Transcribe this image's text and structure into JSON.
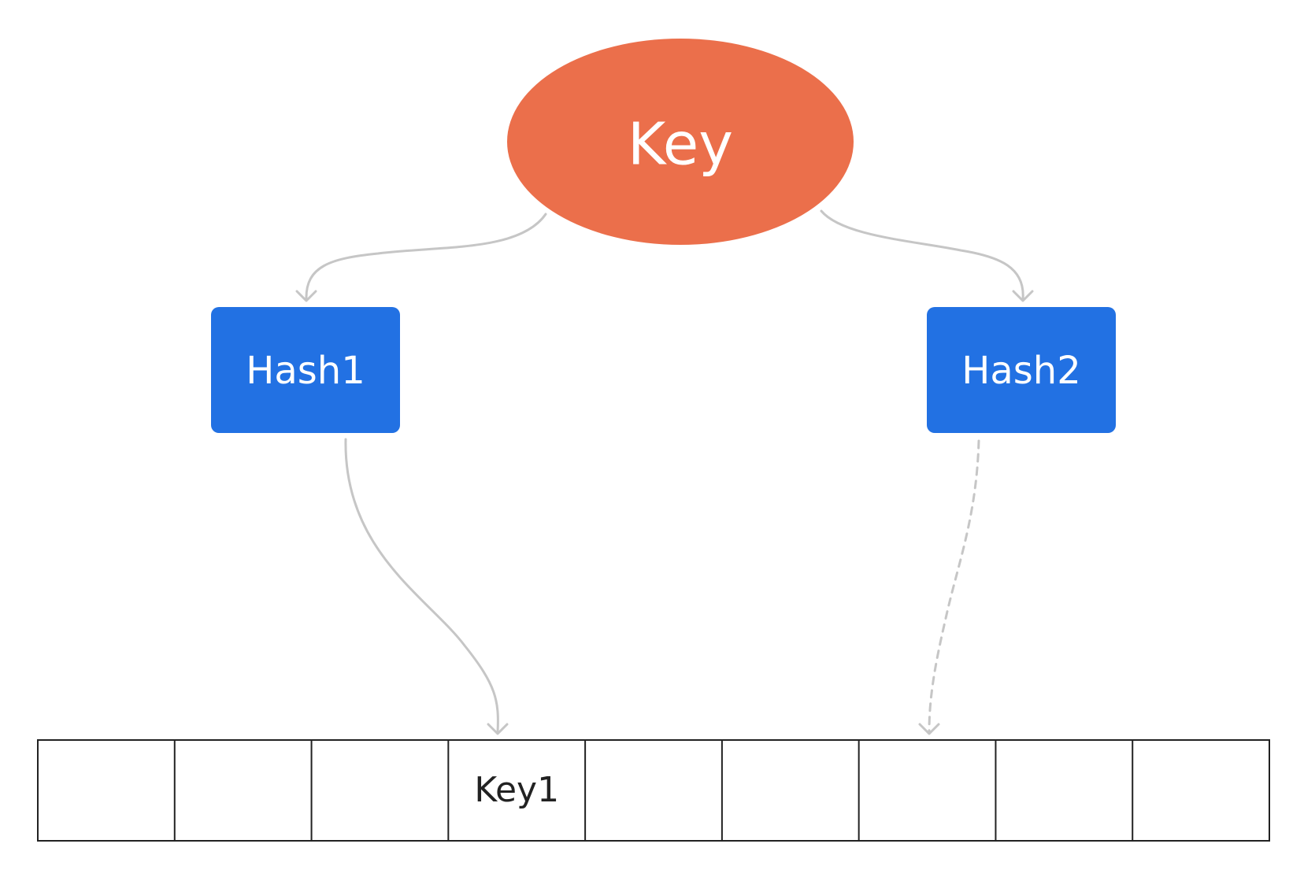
{
  "nodes": {
    "key": {
      "label": "Key",
      "fill": "#EB6F4B",
      "text_color": "#ffffff"
    },
    "hash1": {
      "label": "Hash1",
      "fill": "#2271E3",
      "text_color": "#ffffff"
    },
    "hash2": {
      "label": "Hash2",
      "fill": "#2271E3",
      "text_color": "#ffffff"
    }
  },
  "table": {
    "cells": [
      "",
      "",
      "",
      "Key1",
      "",
      "",
      "",
      "",
      ""
    ],
    "border_color": "#222222",
    "text_color": "#222222"
  },
  "edges": {
    "color": "#C6C6C6",
    "solid": [
      "key-to-hash1",
      "key-to-hash2",
      "hash1-to-key1"
    ],
    "dashed": [
      "hash2-to-slot7"
    ]
  }
}
